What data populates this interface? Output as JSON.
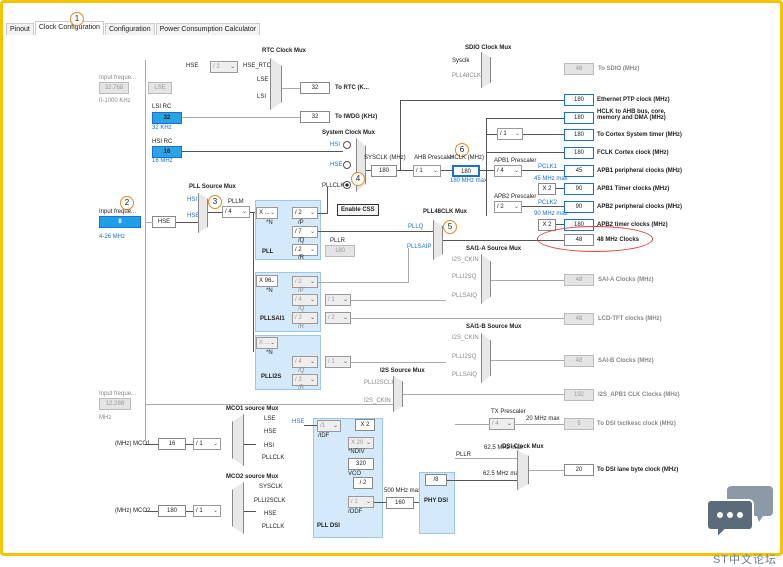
{
  "tabs": [
    "Pinout",
    "Clock Configuration",
    "Configuration",
    "Power Consumption Calculator"
  ],
  "badges": [
    "1",
    "2",
    "3",
    "4",
    "5",
    "6"
  ],
  "left": {
    "input_freq_label": "Input freque...",
    "lse_value": "32.768",
    "lse_range": "0-1000 KHz",
    "lse_name": "LSE",
    "lsi_label": "LSI RC",
    "lsi_value": "32",
    "lsi_unit": "32 KHz",
    "hsi_label": "HSI RC",
    "hsi_value": "16",
    "hsi_unit": "16 MHz",
    "hse_input_label": "Input freque...",
    "hse_input_value": "8",
    "hse_range": "4-26 MHz",
    "hse_name": "HSE",
    "i2s_input_label": "Input freque...",
    "i2s_input_value": "12.288",
    "i2s_unit": "MHz"
  },
  "rtc": {
    "title": "RTC Clock Mux",
    "hse_label": "HSE",
    "hse_div": "/ 2",
    "hse_rtc": "HSE_RTC",
    "lse": "LSE",
    "lsi": "LSI",
    "rtc_value": "32",
    "rtc_out": "To RTC (K...",
    "iwdg_value": "32",
    "iwdg_out": "To IWDG (KHz)"
  },
  "sysclk": {
    "title": "System Clock Mux",
    "hsi": "HSI",
    "hse": "HSE",
    "pllclk": "PLLCLK",
    "sysclk_label": "SYSCLK (MHz)",
    "sysclk_value": "180",
    "ahb_label": "AHB Prescaler",
    "ahb_div": "/ 1",
    "hclk_label": "HCLK (MHz)",
    "hclk_value": "180",
    "hclk_max": "180 MHz max",
    "css": "Enable CSS"
  },
  "pllsrc": {
    "title": "PLL Source Mux",
    "hsi": "HSI",
    "hse": "HSE",
    "pllm_label": "PLLM",
    "pllm": "/ 4"
  },
  "pll": {
    "name": "PLL",
    "n_mul": "X ...",
    "n_label": "*N",
    "p_div": "/ 2",
    "p_label": "/P",
    "q_div": "/ 7",
    "q_label": "/Q",
    "r_div": "/ 2",
    "r_label": "/R",
    "pllr_label": "PLLR",
    "pllr_value": "180"
  },
  "pllsai": {
    "name": "PLLSAI1",
    "n_mul": "X 96",
    "n_label": "*N",
    "p_div": "/ 2",
    "p_label": "/P",
    "q_div": "/ 4",
    "q_label": "/Q",
    "q_post": "/ 1",
    "r_div": "/ 2",
    "r_label": "/R",
    "r_post": "/ 2"
  },
  "plli2s": {
    "name": "PLLI2S",
    "n_mul": "X ...",
    "n_label": "*N",
    "q_div": "/ 4",
    "q_label": "/Q",
    "q_post": "/ 1",
    "r_div": "/ 2",
    "r_label": "/R"
  },
  "pll48": {
    "title": "PLL48CLK Mux",
    "pllq": "PLLQ",
    "pllsaip": "PLLSAIP"
  },
  "sdio": {
    "title": "SDIO Clock Mux",
    "sysclk": "Sysclk",
    "pll48clk": "PLL48CLK",
    "value": "48",
    "out": "To SDIO (MHz)"
  },
  "outputs": [
    {
      "value": "180",
      "label": "Ethernet PTP clock (MHz)"
    },
    {
      "value": "180",
      "label": "HCLK to AHB bus, core, memory and DMA (MHz)"
    },
    {
      "value": "180",
      "label": "To Cortex System timer (MHz)"
    },
    {
      "value": "180",
      "label": "FCLK Cortex clock (MHz)"
    },
    {
      "value": "45",
      "label": "APB1 peripheral clocks (MHz)"
    },
    {
      "value": "90",
      "label": "APB1 Timer clocks (MHz)"
    },
    {
      "value": "90",
      "label": "APB2 peripheral clocks (MHz)"
    },
    {
      "value": "180",
      "label": "APB2 timer clocks (MHz)"
    },
    {
      "value": "48",
      "label": "48 MHz Clocks"
    }
  ],
  "apb": {
    "cortex_div": "/ 1",
    "apb1_label": "APB1 Prescaler",
    "apb1_div": "/ 4",
    "pclk1": "PCLK1",
    "apb1_max": "45 MHz max",
    "apb1_x2": "X 2",
    "apb2_label": "APB2 Prescaler",
    "apb2_div": "/ 2",
    "pclk2": "PCLK2",
    "apb2_max": "90 MHz max",
    "apb2_x2": "X 2"
  },
  "sai_a": {
    "title": "SAI1-A Source Mux",
    "in1": "I2S_CKIN",
    "in2": "PLLI2SQ",
    "in3": "PLLSAIQ",
    "value": "48",
    "out": "SAI-A Clocks (MHz)"
  },
  "lcd": {
    "value": "48",
    "out": "LCD-TFT clocks (MHz)"
  },
  "sai_b": {
    "title": "SAI1-B Source Mux",
    "in1": "I2S_CKIN",
    "in2": "PLLI2SQ",
    "in3": "PLLSAIQ",
    "value": "48",
    "out": "SAI-B Clocks (MHz)"
  },
  "i2s": {
    "title": "I2S Source Mux",
    "in1": "PLLI2SCLK",
    "in2": "I2S_CKIN",
    "value": "192",
    "out": "I2S_APB1 CLK Clocks (MHz)"
  },
  "mco1": {
    "title": "MCO1 source Mux",
    "label": "(MHz) MCO1",
    "value": "16",
    "div": "/ 1",
    "in": [
      "LSE",
      "HSE",
      "HSI",
      "PLLCLK"
    ]
  },
  "mco2": {
    "title": "MCO2 source Mux",
    "label": "(MHz) MCO2",
    "value": "180",
    "div": "/ 1",
    "in": [
      "SYSCLK",
      "PLLI2SCLK",
      "HSE",
      "PLLCLK"
    ]
  },
  "dsi": {
    "hse": "HSE",
    "idf": "/1",
    "idf_label": "/IDF",
    "x2": "X 2",
    "ndiv": "X 20",
    "ndiv_label": "*NDIV",
    "vco_value": "320",
    "vco_label": "VCO",
    "odf": "/ 2",
    "odf2": "/ 1",
    "odf_label": "/ODF",
    "name": "PLL DSI",
    "max_label": "500 MHz max",
    "phy_value": "160",
    "phy_div": "/8",
    "phy_name": "PHY DSI",
    "tx_label": "TX Prescaler",
    "tx_div": "/ 4",
    "tx_max": "20 MHz max",
    "tx_value": "5",
    "tx_out": "To DSI txclkesc clock (MHz)",
    "mux_title": "DSI Clock Mux",
    "pllr": "PLLR",
    "lane_max1": "62.5 MHz max",
    "lane_max2": "62.5 MHz max",
    "lane_value": "20",
    "lane_out": "To DSI lane byte clock (MHz)"
  },
  "watermark": "ST中文论坛"
}
